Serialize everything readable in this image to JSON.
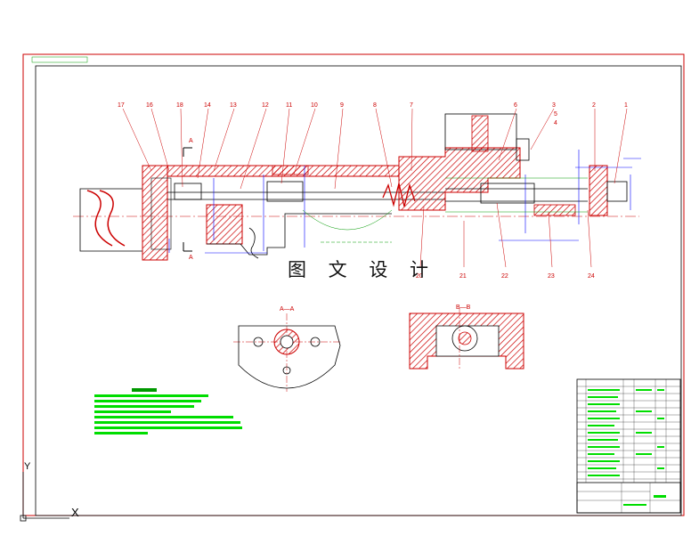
{
  "watermark": "图 文 设 计",
  "part_numbers_top": [
    "17",
    "16",
    "18",
    "14",
    "13",
    "12",
    "11",
    "10",
    "9",
    "8",
    "7",
    "6",
    "5",
    "4",
    "3",
    "2",
    "1"
  ],
  "part_numbers_bottom": [
    "20",
    "21",
    "22",
    "23",
    "24"
  ],
  "section_marks": {
    "a_top": "A",
    "a_bottom": "A"
  },
  "section_views": {
    "aa": "A—A",
    "bb": "B—B"
  },
  "axis_marks": {
    "y": "Y",
    "x": "X"
  },
  "colors": {
    "outline": "#cc0000",
    "dims": "#0000ff",
    "hidden": "#009900",
    "hatch": "#cc0000",
    "text": "#009900",
    "watermark": "#111111"
  }
}
